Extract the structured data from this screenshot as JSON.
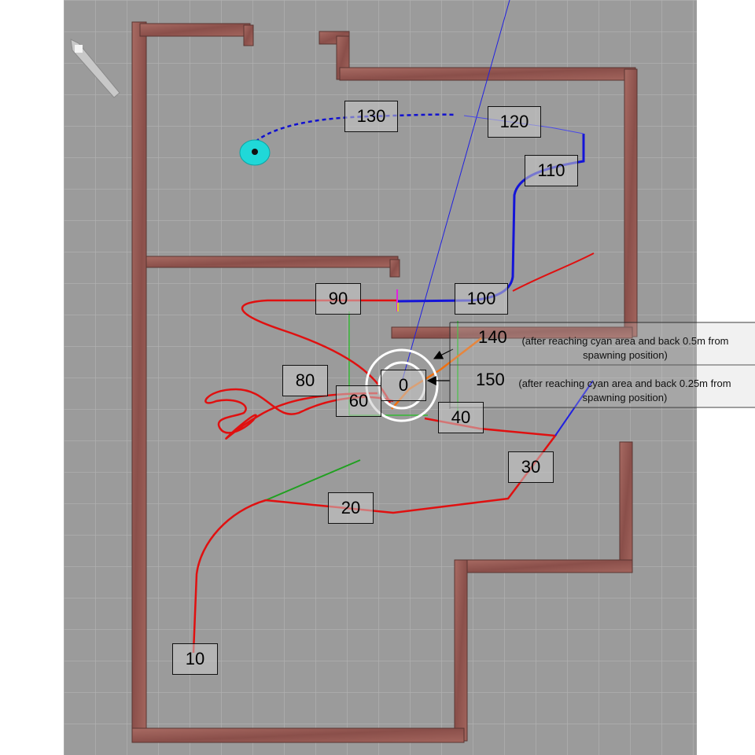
{
  "colors": {
    "floor": "#9b9b9b",
    "grid": "#b3b3b3",
    "wall": "#9a5d57",
    "path_red": "#e01010",
    "path_blue": "#1010d8",
    "path_orange": "#f07010",
    "guide_green": "#20a020",
    "cyan_target": "#20d8d8"
  },
  "icons": {
    "robot_marker": "cyan-disc-icon",
    "camera_model": "camera-prop-icon"
  },
  "time_labels": {
    "t0": "0",
    "t10": "10",
    "t20": "20",
    "t30": "30",
    "t40": "40",
    "t60": "60",
    "t80": "80",
    "t90": "90",
    "t100": "100",
    "t110": "110",
    "t120": "120",
    "t130": "130",
    "t140": "140",
    "t150": "150"
  },
  "annotations": {
    "note_140": "(after reaching cyan area and back 0.5m from spawning position)",
    "note_150": "(after reaching cyan area and back 0.25m from spawning position)"
  }
}
